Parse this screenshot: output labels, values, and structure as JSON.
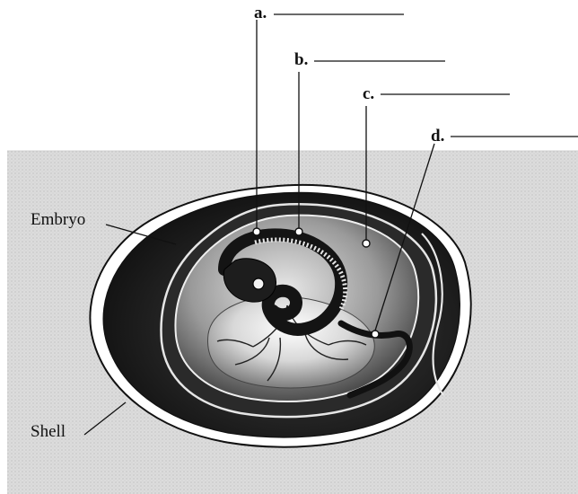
{
  "blanks": [
    {
      "id": "a",
      "text": "a."
    },
    {
      "id": "b",
      "text": "b."
    },
    {
      "id": "c",
      "text": "c."
    },
    {
      "id": "d",
      "text": "d."
    }
  ],
  "labels": {
    "embryo": "Embryo",
    "shell": "Shell"
  },
  "colors": {
    "background_panel": "#d9d9d9",
    "dark_tissue": "#1a1a1a",
    "mid_tissue": "#555555",
    "line": "#111111"
  }
}
